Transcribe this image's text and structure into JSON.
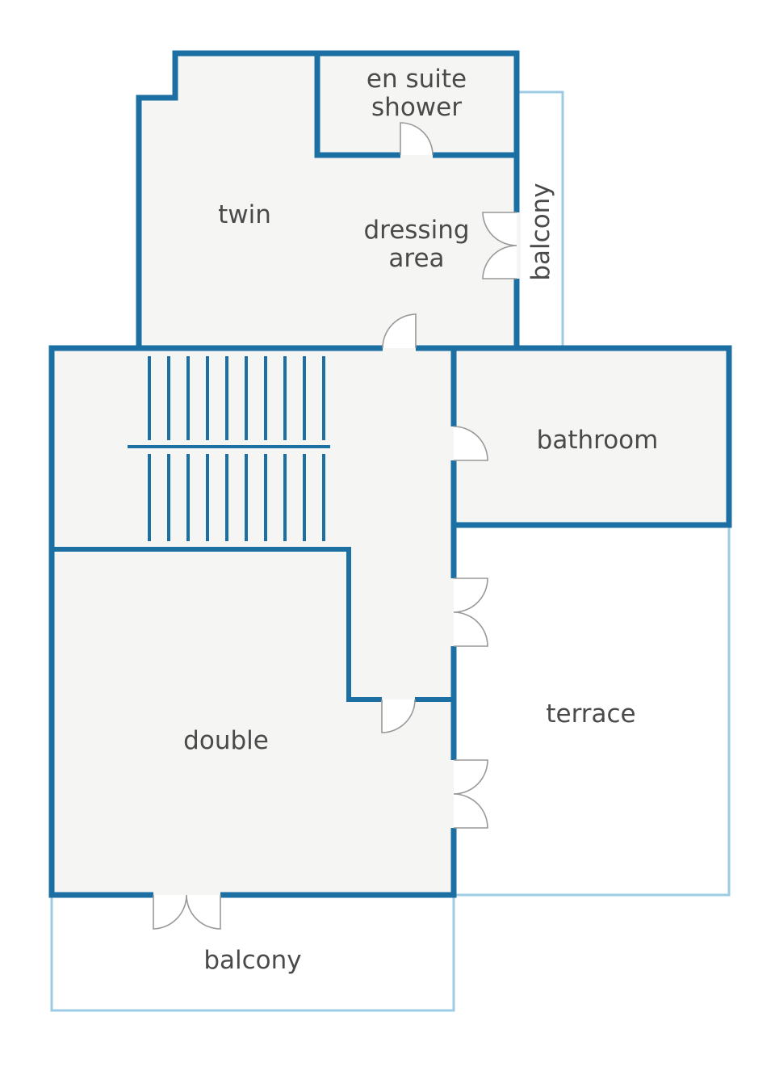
{
  "colors": {
    "wall": "#1c6fa3",
    "outdoor": "#9dcbe6",
    "floor": "#f5f5f4",
    "door": "#999999",
    "text": "#4a4a4a"
  },
  "rooms": {
    "en_suite_line1": "en suite",
    "en_suite_line2": "shower",
    "twin": "twin",
    "dressing_line1": "dressing",
    "dressing_line2": "area",
    "balcony_side": "balcony",
    "bathroom": "bathroom",
    "terrace": "terrace",
    "double": "double",
    "balcony_bottom": "balcony"
  }
}
